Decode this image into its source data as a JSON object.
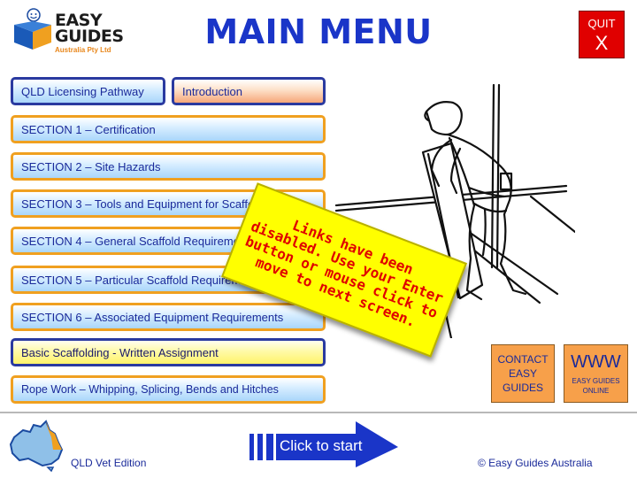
{
  "logo": {
    "line1": "EASY",
    "line2": "GUIDES",
    "line3": "Australia Pty Ltd"
  },
  "title": "MAIN MENU",
  "quit": {
    "line1": "QUIT",
    "line2": "X"
  },
  "menu": {
    "licensing": "QLD Licensing Pathway",
    "introduction": "Introduction",
    "sections": [
      "SECTION 1 – Certification",
      "SECTION 2 – Site Hazards",
      "SECTION 3 – Tools and Equipment for Scaffolding",
      "SECTION 4 – General Scaffold Requirements",
      "SECTION 5 – Particular Scaffold Requirements",
      "SECTION 6 – Associated Equipment Requirements"
    ],
    "assignment": "Basic Scaffolding - Written Assignment",
    "rope_work": "Rope Work – Whipping, Splicing, Bends and Hitches"
  },
  "notice": "Links have been disabled. Use your Enter button or mouse click to move to next screen.",
  "contact": {
    "line1": "CONTACT",
    "line2": "EASY",
    "line3": "GUIDES"
  },
  "www": {
    "line1": "WWW",
    "line2": "EASY GUIDES",
    "line3": "ONLINE"
  },
  "footer": {
    "start": "Click to start",
    "edition": "QLD Vet Edition",
    "copyright": "© Easy Guides Australia"
  },
  "colors": {
    "title": "#1a35c8",
    "quit_bg": "#e00000",
    "menu_border": "#f0a020",
    "notice_bg": "#ffff00",
    "notice_text": "#e00000",
    "box_bg": "#f7a04a",
    "start_bg": "#1a35c8"
  },
  "icons": [
    "globe-book-logo-icon",
    "australia-map-icon",
    "start-arrow-icon",
    "scaffolder-illustration"
  ]
}
